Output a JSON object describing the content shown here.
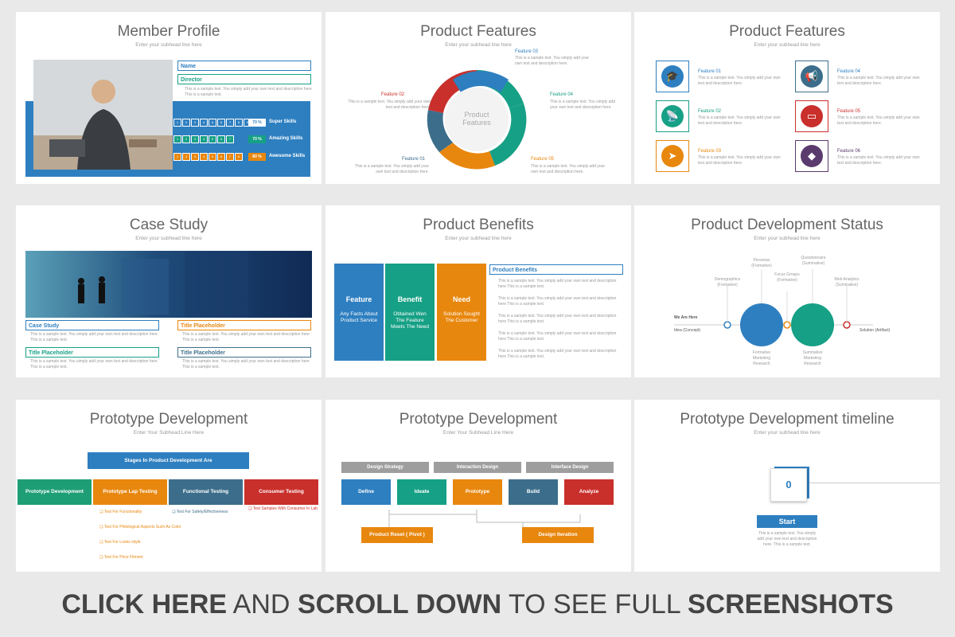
{
  "colors": {
    "blue": "#2e7fc0",
    "teal": "#16a085",
    "green": "#1e9e74",
    "orange": "#e8870e",
    "red": "#c9302c",
    "slate": "#3c6e8b",
    "purple": "#5b3b6e",
    "grey": "#9e9e9e"
  },
  "s1": {
    "title": "Member Profile",
    "sub": "Enter your subhead line here",
    "name": "Name",
    "role": "Director",
    "desc": "This is a sample text. You simply add your own text and description here This is a sample text.",
    "skills": [
      {
        "label": "Super Skills",
        "pct": "70 %"
      },
      {
        "label": "Amazing Skills",
        "pct": "70 %"
      },
      {
        "label": "Awesome Skills",
        "pct": "80 %"
      }
    ]
  },
  "s2": {
    "title": "Product Features",
    "sub": "Enter your subhead line here",
    "center": "Product Features",
    "features": [
      {
        "name": "Feature 03",
        "text": "This is a sample text. You simply add your own text and description here."
      },
      {
        "name": "Feature 02",
        "text": "This is a sample text. You simply add your own text and description here."
      },
      {
        "name": "Feature 04",
        "text": "This is a sample text. You simply add your own text and description here."
      },
      {
        "name": "Feature 01",
        "text": "This is a sample text. You simply add your own text and description here."
      },
      {
        "name": "Feature 05",
        "text": "This is a sample text. You simply add your own text and description here."
      }
    ]
  },
  "s3": {
    "title": "Product Features",
    "sub": "Enter your subhead line here",
    "features": [
      {
        "name": "Feature 01",
        "icon": "graduation-cap-icon"
      },
      {
        "name": "Feature 02",
        "icon": "satellite-dish-icon"
      },
      {
        "name": "Feature 03",
        "icon": "paper-plane-icon"
      },
      {
        "name": "Feature 04",
        "icon": "megaphone-icon"
      },
      {
        "name": "Feature 05",
        "icon": "video-icon"
      },
      {
        "name": "Feature 06",
        "icon": "diamond-icon"
      }
    ],
    "text": "This is a sample text. You simply add your own text and description here."
  },
  "s4": {
    "title": "Case Study",
    "sub": "Enter your subhead line here",
    "boxes": [
      "Case Study",
      "Title Placeholder",
      "Title Placeholder",
      "Title Placeholder"
    ],
    "text": "This is a sample text. You simply add your own text and description here This is a sample text."
  },
  "s5": {
    "title": "Product Benefits",
    "sub": "Enter your subhead line here",
    "cols": [
      {
        "h": "Feature",
        "b": "Any Facts About Product Service"
      },
      {
        "h": "Benefit",
        "b": "Obtained Wen The Feature Meets The Need"
      },
      {
        "h": "Need",
        "b": "Solution Sought The Customer"
      }
    ],
    "side_title": "Product Benefits",
    "text": "This is a sample text. You simply add your own text and description here This is a sample text."
  },
  "s6": {
    "title": "Product Development Status",
    "sub": "Enter your subhead line here",
    "labels": [
      "Personas (Formative)",
      "Questionnaire (Summative)",
      "Demographics (Formative)",
      "Focus Groups (Formative)",
      "Web Analytics (Summative)",
      "We Are Here",
      "Idea (Concept)",
      "Solution (Artifact)",
      "Formative Marketing Research",
      "Summative Marketing Research"
    ]
  },
  "s7": {
    "title": "Prototype Development",
    "sub": "Enter Your Subhead Line Here",
    "top": "Stages In Product Development Are",
    "stages": [
      "Prototype Development",
      "Prototype Lap Testing",
      "Functional Testing",
      "Consumer Testing"
    ],
    "orange_items": [
      "Test For Functionality",
      "Test For Philological Aspects Such As Color",
      "Test For Looks /style",
      "Test For Price Fitment"
    ],
    "slate_item": "Test For Safety/Effectiveness",
    "red_item": "Test Samples With Consumer In Lab"
  },
  "s8": {
    "title": "Prototype Development",
    "sub": "Enter Your Subhead Line Here",
    "groups": [
      "Design Strategy",
      "Interaction Design",
      "Interface Design"
    ],
    "stages": [
      "Define",
      "Ideate",
      "Prototype",
      "Build",
      "Analyze"
    ],
    "bottom": [
      "Product Reset ( Pivot )",
      "Design Iteration"
    ]
  },
  "s9": {
    "title": "Prototype Development timeline",
    "sub": "Enter your subhead line here",
    "number": "0",
    "start": "Start",
    "text": "This is a sample text. You simply add your own text and description here. This is a sample text."
  },
  "cta": {
    "a": "CLICK HERE",
    "b": " AND ",
    "c": "SCROLL DOWN",
    "d": " TO SEE FULL ",
    "e": "SCREENSHOTS"
  }
}
